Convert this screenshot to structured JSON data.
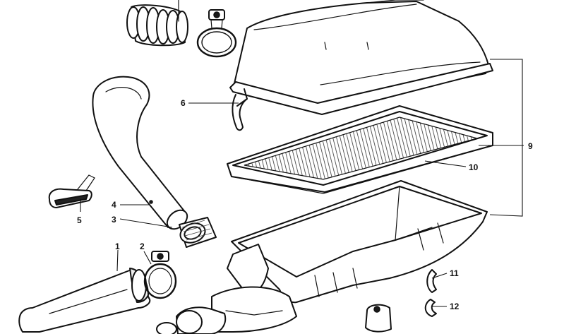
{
  "callouts": {
    "c1": "1",
    "c2": "2",
    "c3": "3",
    "c4": "4",
    "c5": "5",
    "c6": "6",
    "c9": "9",
    "c10": "10",
    "c11": "11",
    "c12": "12"
  }
}
